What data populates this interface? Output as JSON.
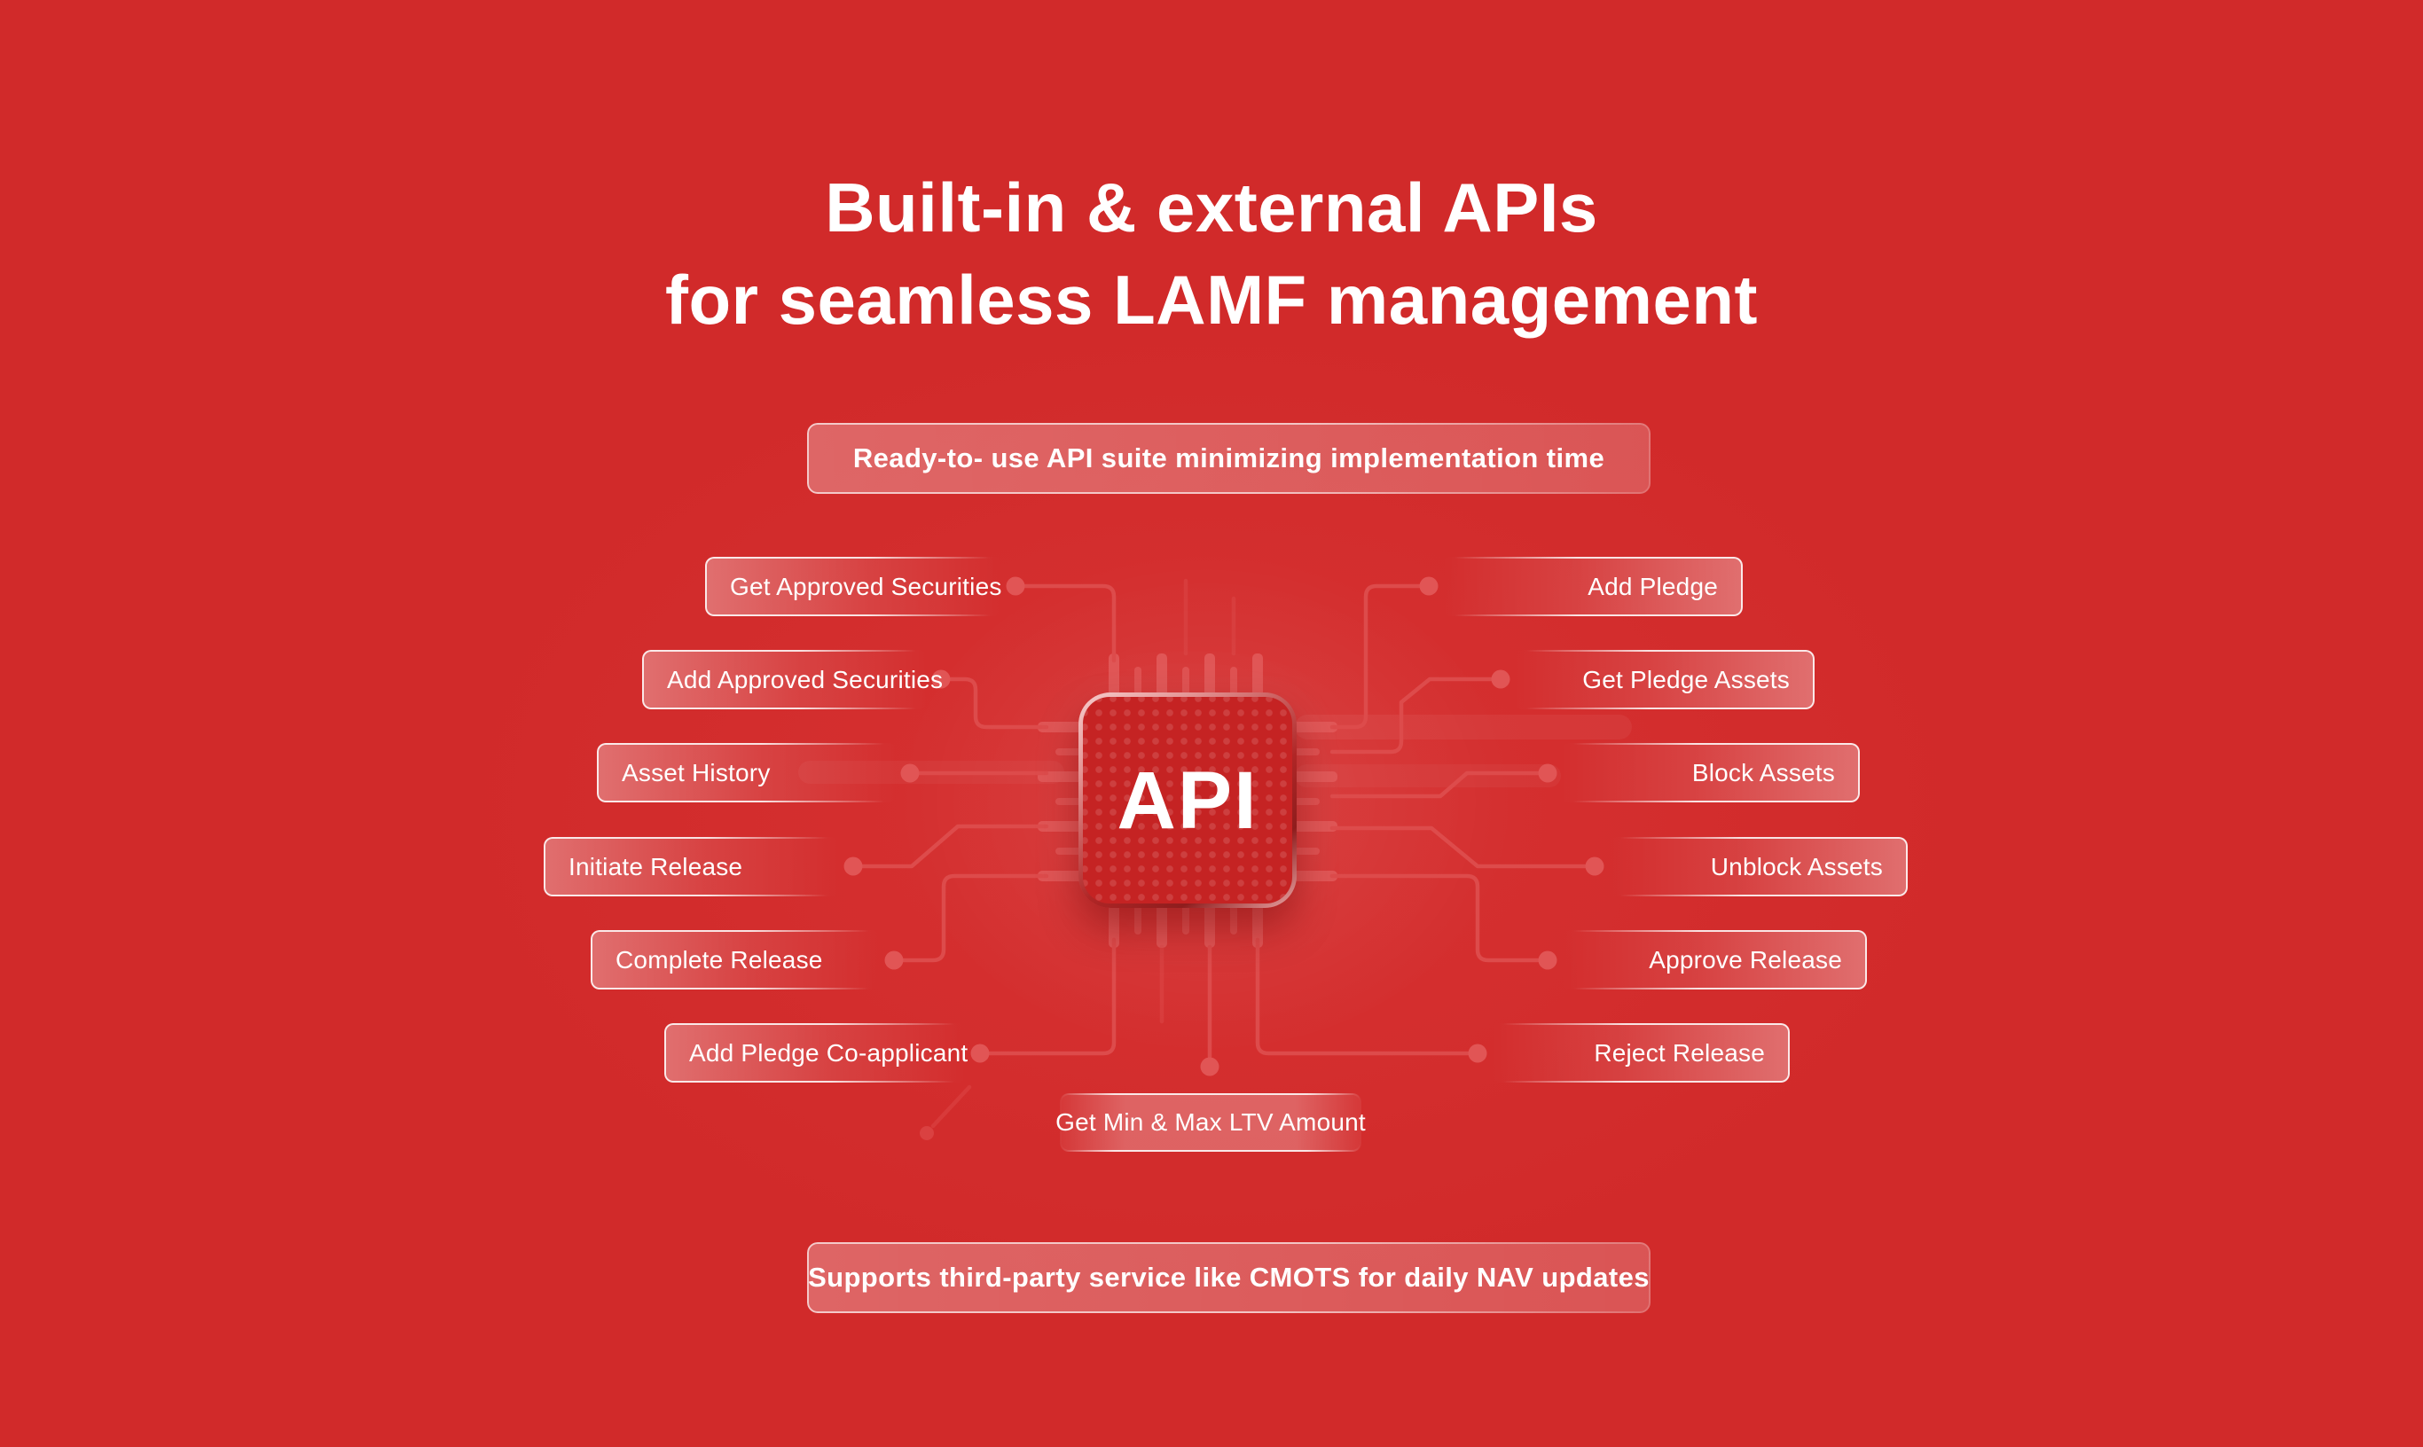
{
  "title": {
    "line1": "Built-in & external APIs",
    "line2": "for seamless LAMF management"
  },
  "banners": {
    "top": "Ready-to- use API suite minimizing implementation time",
    "bottom": "Supports third-party service like CMOTS for daily NAV updates"
  },
  "chip": {
    "label": "API",
    "icon": "api-chip-icon"
  },
  "api_labels": {
    "left": [
      "Get Approved Securities",
      "Add Approved Securities",
      "Asset History",
      "Initiate Release",
      "Complete Release",
      "Add Pledge Co-applicant"
    ],
    "right": [
      "Add Pledge",
      "Get Pledge Assets",
      "Block Assets",
      "Unblock Assets",
      "Approve Release",
      "Reject Release"
    ],
    "bottom": [
      "Get Min & Max LTV Amount"
    ]
  },
  "colors": {
    "background": "#d12a2a",
    "chip_fill": "#c52323",
    "trace": "#dd4b4b",
    "connector_dot": "#e15555",
    "pin": "#e25a5a",
    "text": "#ffffff",
    "pill_border": "rgba(255,255,255,0.85)"
  }
}
